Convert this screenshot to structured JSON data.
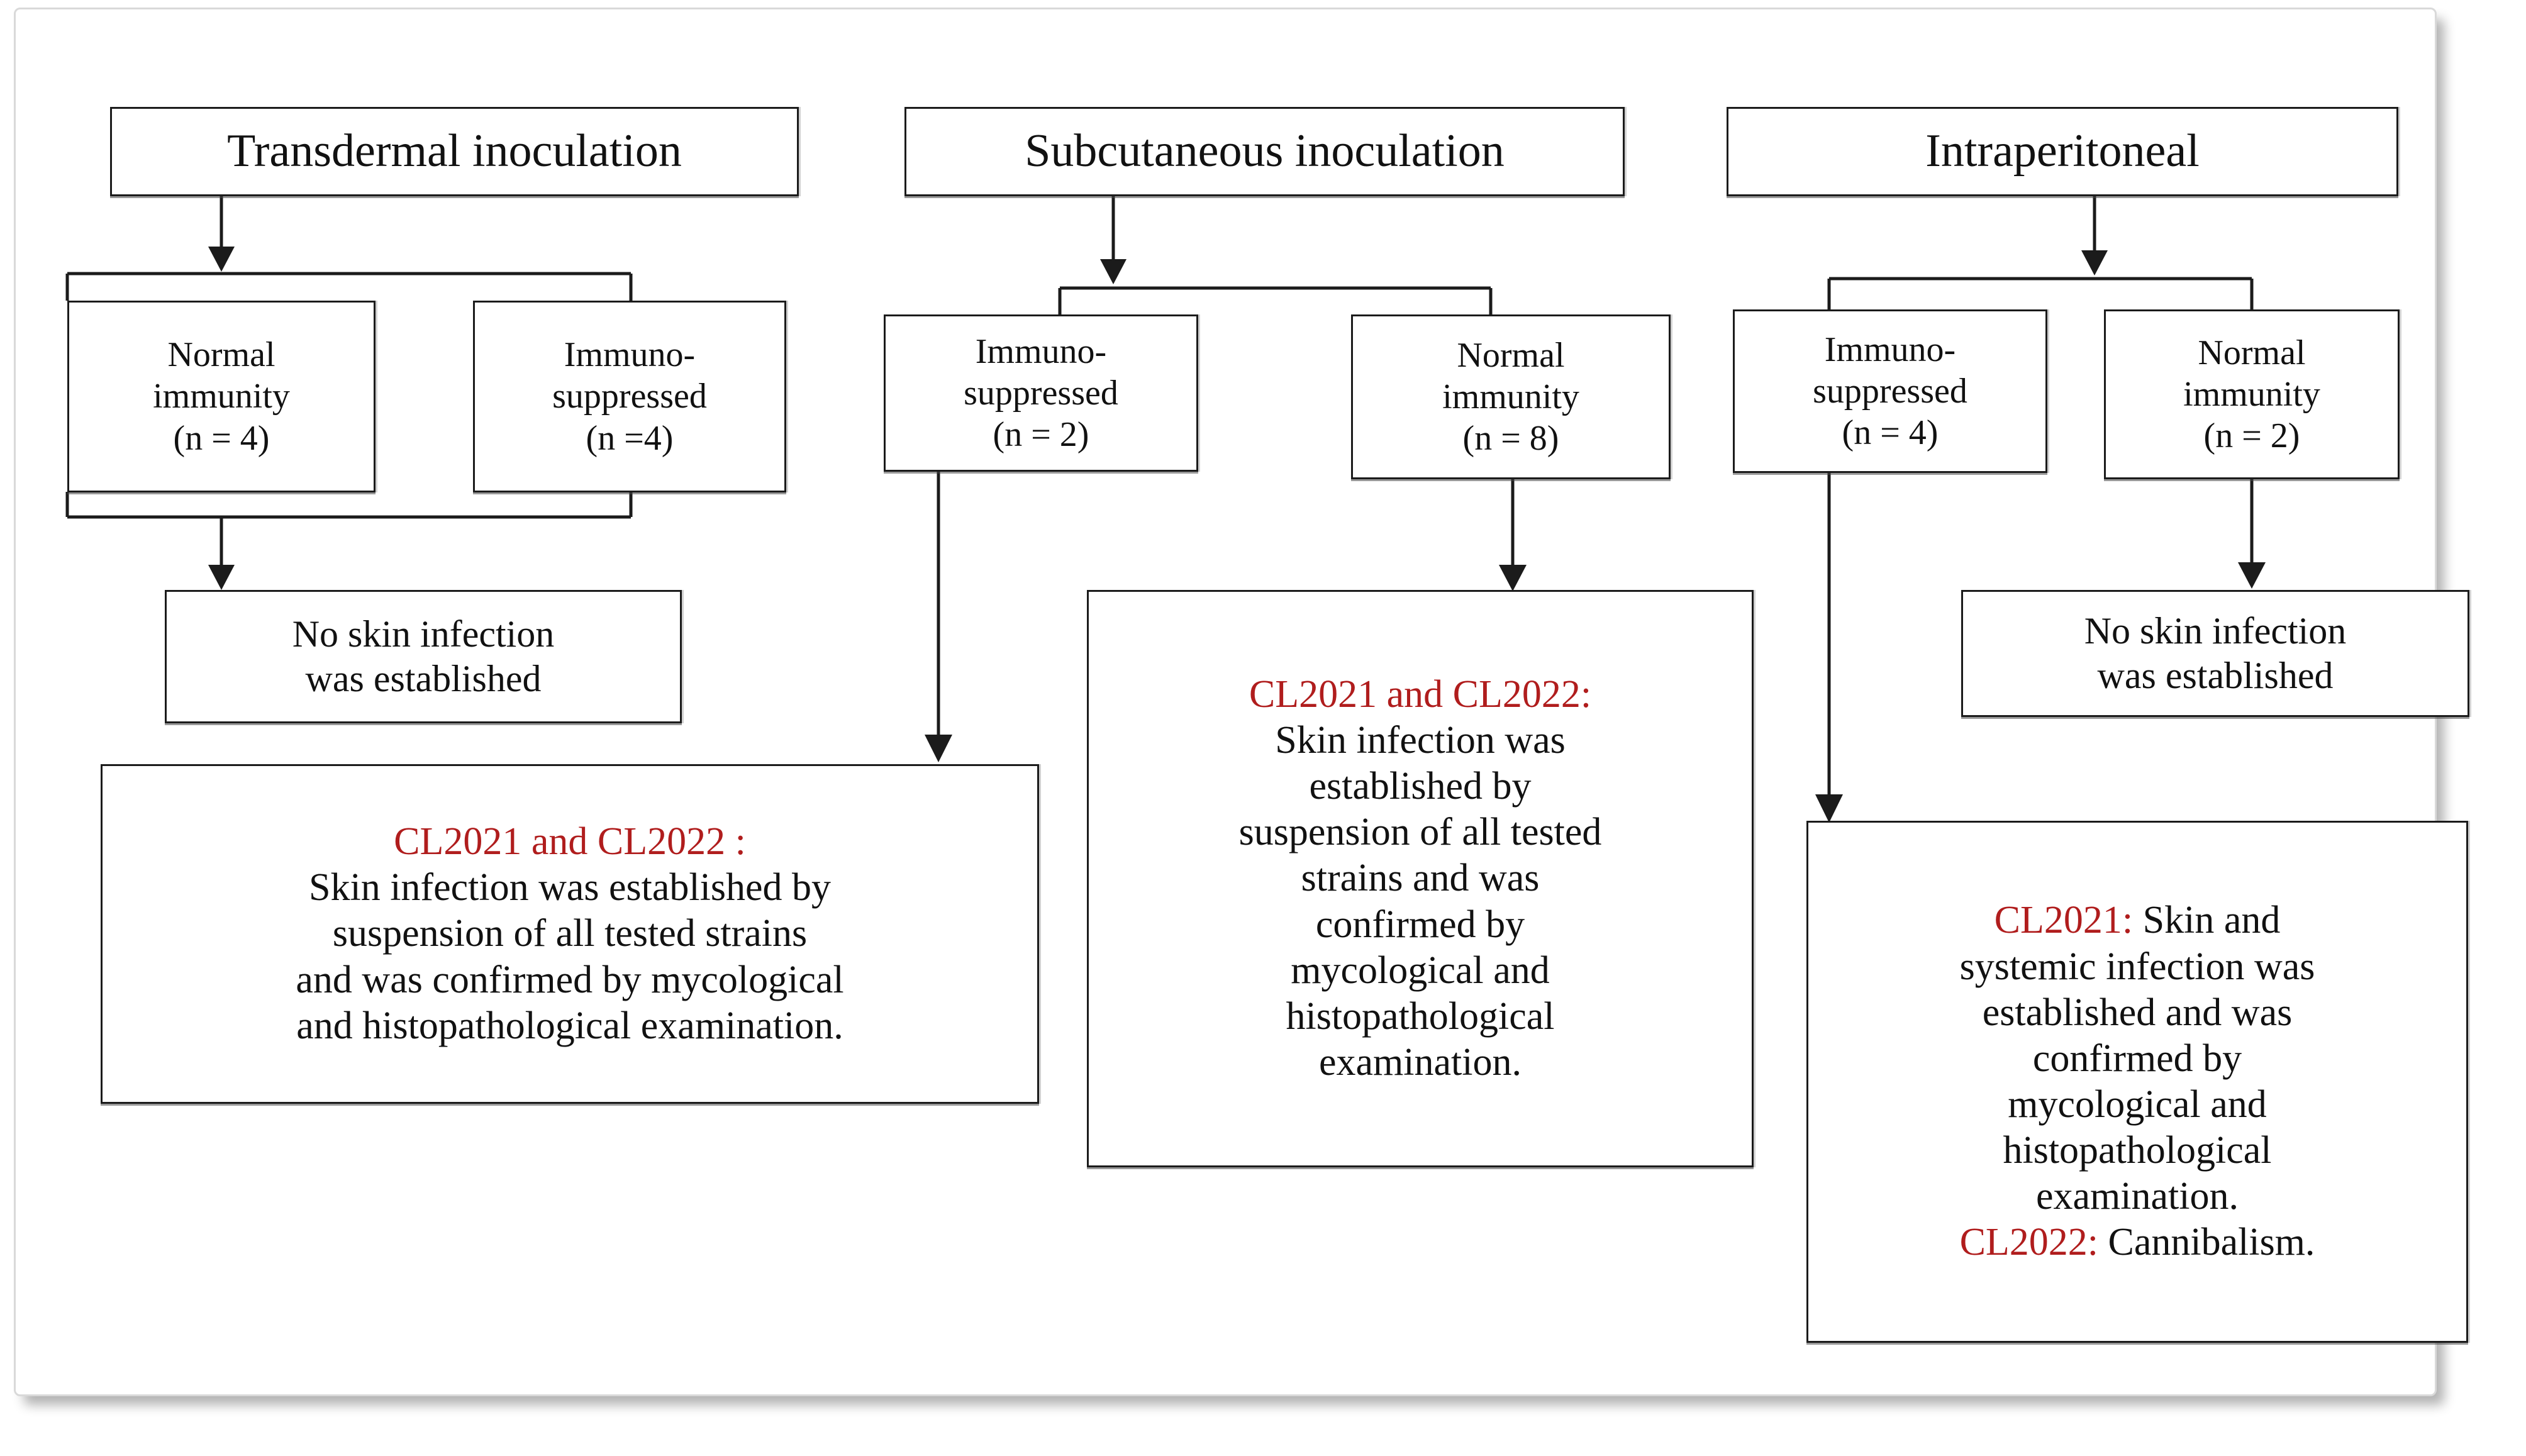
{
  "diagram": {
    "title": "Mouse infection model outcomes by inoculation route",
    "accent_red": "#b01d1d",
    "line_color": "#1b1b1b",
    "box_border_color": "#1b1b1b",
    "background": "#ffffff"
  },
  "columns": [
    {
      "id": "transdermal",
      "header": "Transdermal inoculation",
      "groups": [
        {
          "id": "td-normal",
          "line1": "Normal",
          "line2": "immunity",
          "line3": "(n = 4)"
        },
        {
          "id": "td-immuno",
          "line1": "Immuno-",
          "line2": "suppressed",
          "line3": "(n =4)"
        }
      ],
      "outcomes": [
        {
          "id": "td-no-infection",
          "kind": "plain",
          "lines": [
            "No skin infection",
            "was established"
          ]
        },
        {
          "id": "td-cl-result",
          "kind": "highlighted",
          "red_heading": "CL2021 and CL2022 :",
          "lines": [
            "Skin infection was established by",
            "suspension of all tested strains",
            "and was confirmed by mycological",
            "and histopathological examination."
          ]
        }
      ]
    },
    {
      "id": "subcutaneous",
      "header": "Subcutaneous inoculation",
      "groups": [
        {
          "id": "sc-immuno",
          "line1": "Immuno-",
          "line2": "suppressed",
          "line3": "(n = 2)"
        },
        {
          "id": "sc-normal",
          "line1": "Normal",
          "line2": "immunity",
          "line3": "(n = 8)"
        }
      ],
      "outcomes": [
        {
          "id": "sc-cl-result",
          "kind": "highlighted",
          "red_heading": "CL2021 and CL2022:",
          "lines": [
            "Skin infection was",
            "established by",
            "suspension of all tested",
            "strains and was",
            "confirmed by",
            "mycological and",
            "histopathological",
            "examination."
          ]
        }
      ]
    },
    {
      "id": "intraperitoneal",
      "header": "Intraperitoneal",
      "groups": [
        {
          "id": "ip-immuno",
          "line1": "Immuno-",
          "line2": "suppressed",
          "line3": "(n = 4)"
        },
        {
          "id": "ip-normal",
          "line1": "Normal",
          "line2": "immunity",
          "line3": "(n = 2)"
        }
      ],
      "outcomes": [
        {
          "id": "ip-no-infection",
          "kind": "plain",
          "lines": [
            "No skin infection",
            "was established"
          ]
        },
        {
          "id": "ip-cl-result",
          "kind": "highlighted",
          "red_heading_inline": "CL2021:",
          "heading_tail": " Skin and",
          "lines": [
            "systemic infection was",
            "established and was",
            "confirmed by",
            "mycological and",
            "histopathological",
            "examination."
          ],
          "red_heading_2": "CL2022:",
          "heading_2_tail": " Cannibalism."
        }
      ]
    }
  ]
}
